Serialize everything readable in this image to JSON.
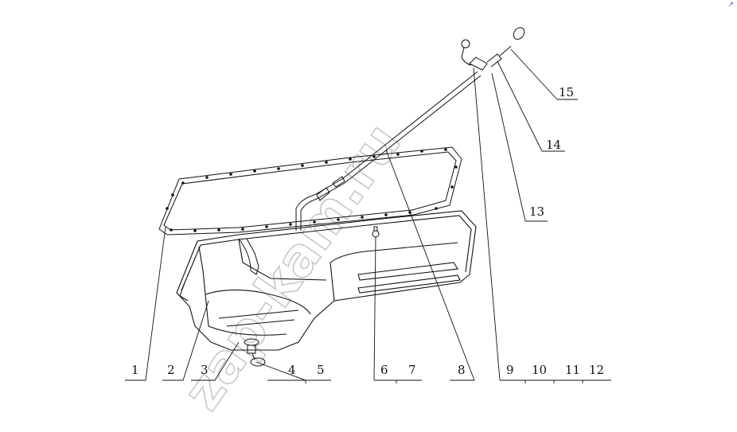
{
  "watermark": "zap-kam.ru",
  "corner_mark": "↗",
  "callouts": [
    "1",
    "2",
    "3",
    "4",
    "5",
    "6",
    "7",
    "8",
    "9",
    "10",
    "11",
    "12",
    "13",
    "14",
    "15"
  ],
  "colors": {
    "line": "#111111",
    "watermark": "#c8c8c8"
  }
}
